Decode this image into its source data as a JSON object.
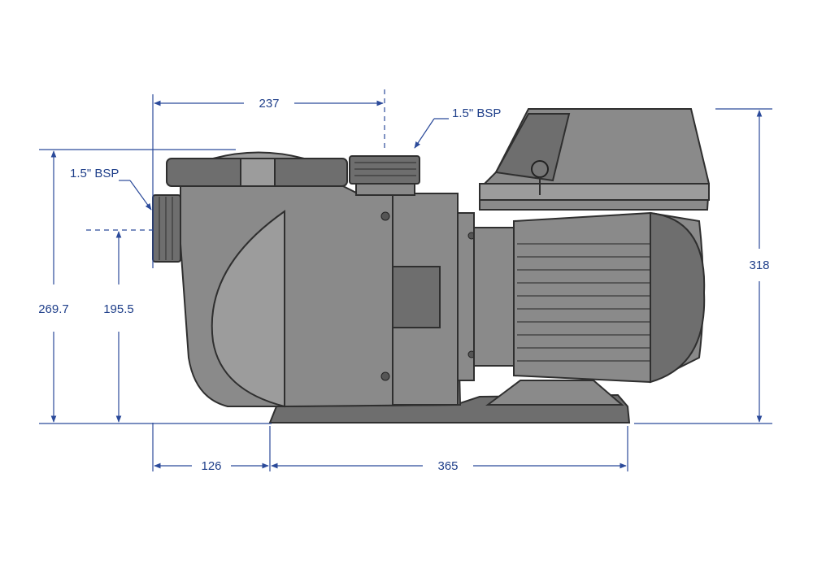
{
  "dimensions": {
    "top_width": "237",
    "left_height_total": "269.7",
    "left_height_inlet": "195.5",
    "right_height": "318",
    "bottom_left": "126",
    "bottom_right": "365"
  },
  "ports": {
    "inlet_label": "1.5\" BSP",
    "outlet_label": "1.5\" BSP"
  },
  "colors": {
    "dimension_blue": "#2b4a9a",
    "pump_grey": "#8a8a8a",
    "outline": "#2f2f2f"
  }
}
